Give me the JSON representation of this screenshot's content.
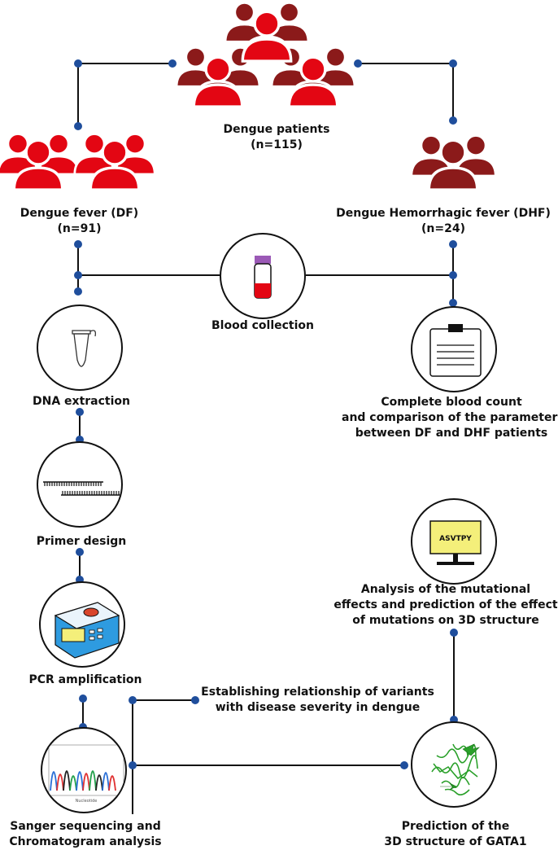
{
  "colors": {
    "red": "#e30613",
    "darkred": "#8b1a1a",
    "dot": "#1f4e9c",
    "line": "#111111"
  },
  "nodes": {
    "patients": {
      "lines": [
        "Dengue patients",
        "(n=115)"
      ]
    },
    "df": {
      "lines": [
        "Dengue fever (DF)",
        "(n=91)"
      ]
    },
    "dhf": {
      "lines": [
        "Dengue Hemorrhagic fever (DHF)",
        "(n=24)"
      ]
    },
    "blood": {
      "lines": [
        "Blood collection"
      ],
      "icon": "blood-tube-icon"
    },
    "dna": {
      "lines": [
        "DNA extraction"
      ],
      "icon": "microtube-icon"
    },
    "cbc": {
      "lines": [
        "Complete blood count",
        "and comparison of the parameters",
        "between DF and DHF patients"
      ],
      "icon": "clipboard-icon"
    },
    "primer": {
      "lines": [
        "Primer design"
      ],
      "icon": "primer-icon"
    },
    "analysis": {
      "lines": [
        "Analysis of the mutational",
        "effects and prediction of the effect",
        "of mutations on 3D structure"
      ],
      "icon": "monitor-icon",
      "screen_text": "ASVTPY"
    },
    "pcr": {
      "lines": [
        "PCR amplification"
      ],
      "icon": "pcr-machine-icon"
    },
    "relation": {
      "lines": [
        "Establishing relationship of variants",
        "with disease severity in dengue"
      ]
    },
    "sanger": {
      "lines": [
        "Sanger sequencing and",
        "Chromatogram analysis"
      ],
      "icon": "chromatogram-icon",
      "axis_text": "Nucleotide"
    },
    "prediction": {
      "lines": [
        "Prediction of the",
        "3D structure of GATA1"
      ],
      "icon": "protein-structure-icon"
    }
  }
}
